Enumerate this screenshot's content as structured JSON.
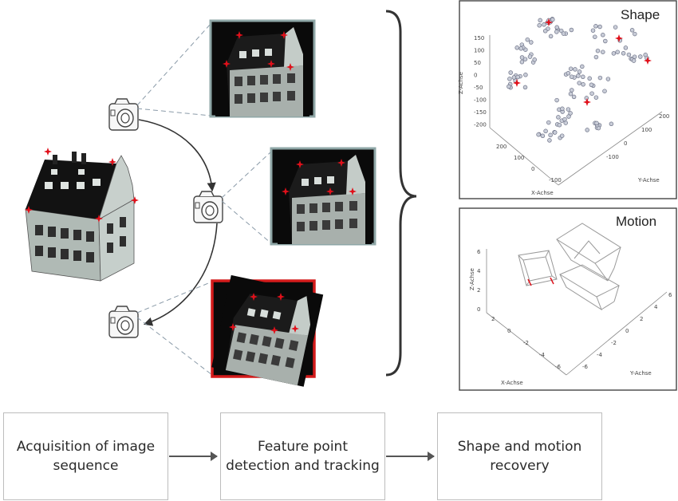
{
  "pipeline": {
    "steps": [
      "Acquisition of image\nsequence",
      "Feature point\ndetection and tracking",
      "Shape and motion\nrecovery"
    ]
  },
  "shape_panel": {
    "title": "Shape",
    "x_axis_label": "X-Achse",
    "y_axis_label": "Y-Achse",
    "z_axis_label": "Z-Achse",
    "z_ticks": [
      "150",
      "100",
      "50",
      "0",
      "-50",
      "-100",
      "-150",
      "-200"
    ],
    "x_ticks": [
      "200",
      "100",
      "0",
      "-100"
    ],
    "y_ticks": [
      "200",
      "100",
      "0",
      "-100"
    ]
  },
  "motion_panel": {
    "title": "Motion",
    "x_axis_label": "Y-Achse",
    "y_axis_label": "X-Achse",
    "z_axis_label": "Z-Achse",
    "z_ticks": [
      "6",
      "4",
      "2",
      "0"
    ],
    "x_ticks": [
      "2",
      "0",
      "-2",
      "-4",
      "-6"
    ],
    "y_ticks": [
      "6",
      "4",
      "2",
      "0",
      "-2",
      "-4",
      "-6"
    ]
  },
  "colors": {
    "feature_point": "#e0101a",
    "selected_frame": "#d41b1b",
    "frame_border": "#8fa7a7",
    "roof": "#121212",
    "facade": "#aeb8b3"
  }
}
